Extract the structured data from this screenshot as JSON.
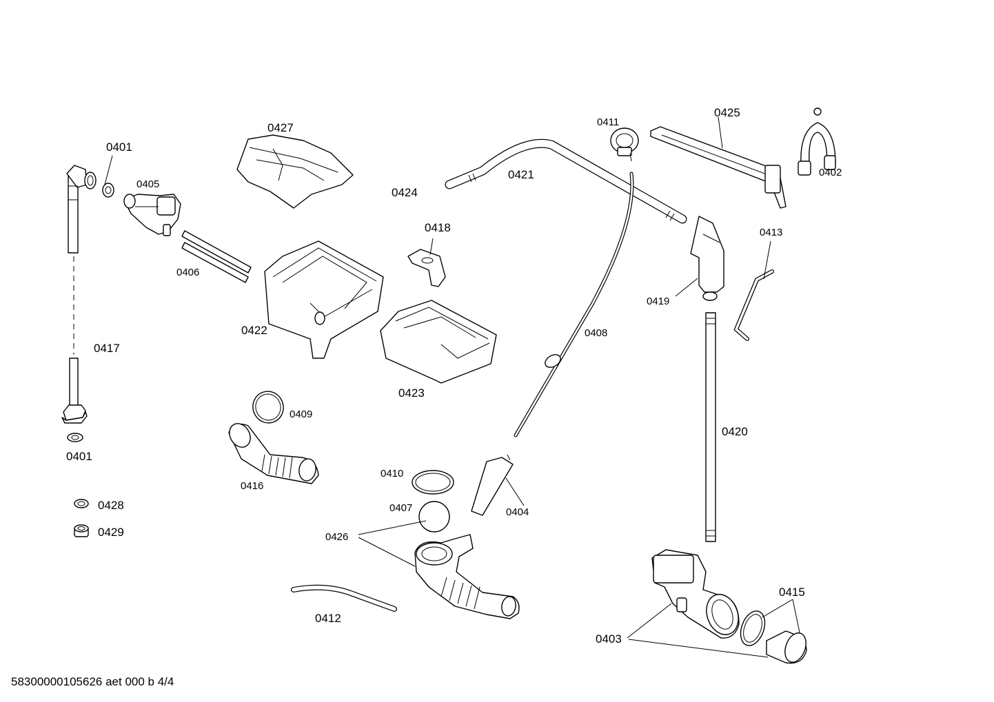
{
  "footer": "58300000105626 aet 000 b 4/4",
  "labels": {
    "p0401a": "0401",
    "p0401b": "0401",
    "p0402": "0402",
    "p0403": "0403",
    "p0404": "0404",
    "p0405": "0405",
    "p0406": "0406",
    "p0407": "0407",
    "p0408": "0408",
    "p0409": "0409",
    "p0410": "0410",
    "p0411": "0411",
    "p0412": "0412",
    "p0413": "0413",
    "p0415": "0415",
    "p0416": "0416",
    "p0417": "0417",
    "p0418": "0418",
    "p0419": "0419",
    "p0420": "0420",
    "p0421": "0421",
    "p0422": "0422",
    "p0423": "0423",
    "p0424": "0424",
    "p0425": "0425",
    "p0426": "0426",
    "p0427": "0427",
    "p0428": "0428",
    "p0429": "0429"
  }
}
